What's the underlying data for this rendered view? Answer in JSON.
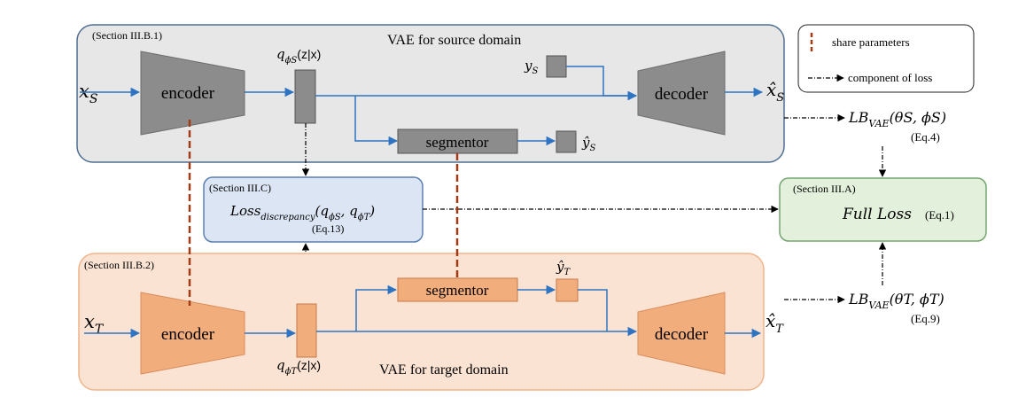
{
  "source_panel": {
    "section": "(Section III.B.1)",
    "title": "VAE for source domain",
    "input_label": "x",
    "input_sub": "S",
    "encoder_label": "encoder",
    "latent_label": "q",
    "latent_sub": "ϕS",
    "latent_args": "(z|x)",
    "label_y": "y",
    "label_y_sub": "S",
    "segmentor_label": "segmentor",
    "pred_label": "ŷ",
    "pred_sub": "S",
    "decoder_label": "decoder",
    "output_label": "x̂",
    "output_sub": "S"
  },
  "target_panel": {
    "section": "(Section III.B.2)",
    "title": "VAE for target domain",
    "input_label": "x",
    "input_sub": "T",
    "encoder_label": "encoder",
    "latent_label": "q",
    "latent_sub": "ϕT",
    "latent_args": "(z|x)",
    "segmentor_label": "segmentor",
    "pred_label": "ŷ",
    "pred_sub": "T",
    "decoder_label": "decoder",
    "output_label": "x̂",
    "output_sub": "T"
  },
  "discrepancy": {
    "section": "(Section III.C)",
    "formula_main": "Loss",
    "formula_sub": "discrepancy",
    "formula_args_open": "(q",
    "arg1_sub": "ϕS",
    "comma": ", q",
    "arg2_sub": "ϕT",
    "close": ")",
    "eq": "(Eq.13)"
  },
  "full_loss": {
    "section": "(Section III.A)",
    "label": "Full Loss",
    "eq": "(Eq.1)"
  },
  "lb_source": {
    "main": "LB",
    "sub": "VAE",
    "args": "(θS, ϕS)",
    "eq": "(Eq.4)"
  },
  "lb_target": {
    "main": "LB",
    "sub": "VAE",
    "args": "(θT, ϕT)",
    "eq": "(Eq.9)"
  },
  "legend": {
    "share_label": "share parameters",
    "loss_label": "component of loss"
  },
  "colors": {
    "source_fill": "#e7e7e7",
    "source_border": "#4f6e91",
    "target_fill": "#fbe3d3",
    "target_border": "#f0b48a",
    "gray_block": "#8c8c8c",
    "orange_block": "#f2ad7d",
    "disc_fill": "#dbe5f4",
    "full_fill": "#e3f0dc",
    "arrow_blue": "#2e74c2",
    "share_red": "#a33a14"
  }
}
